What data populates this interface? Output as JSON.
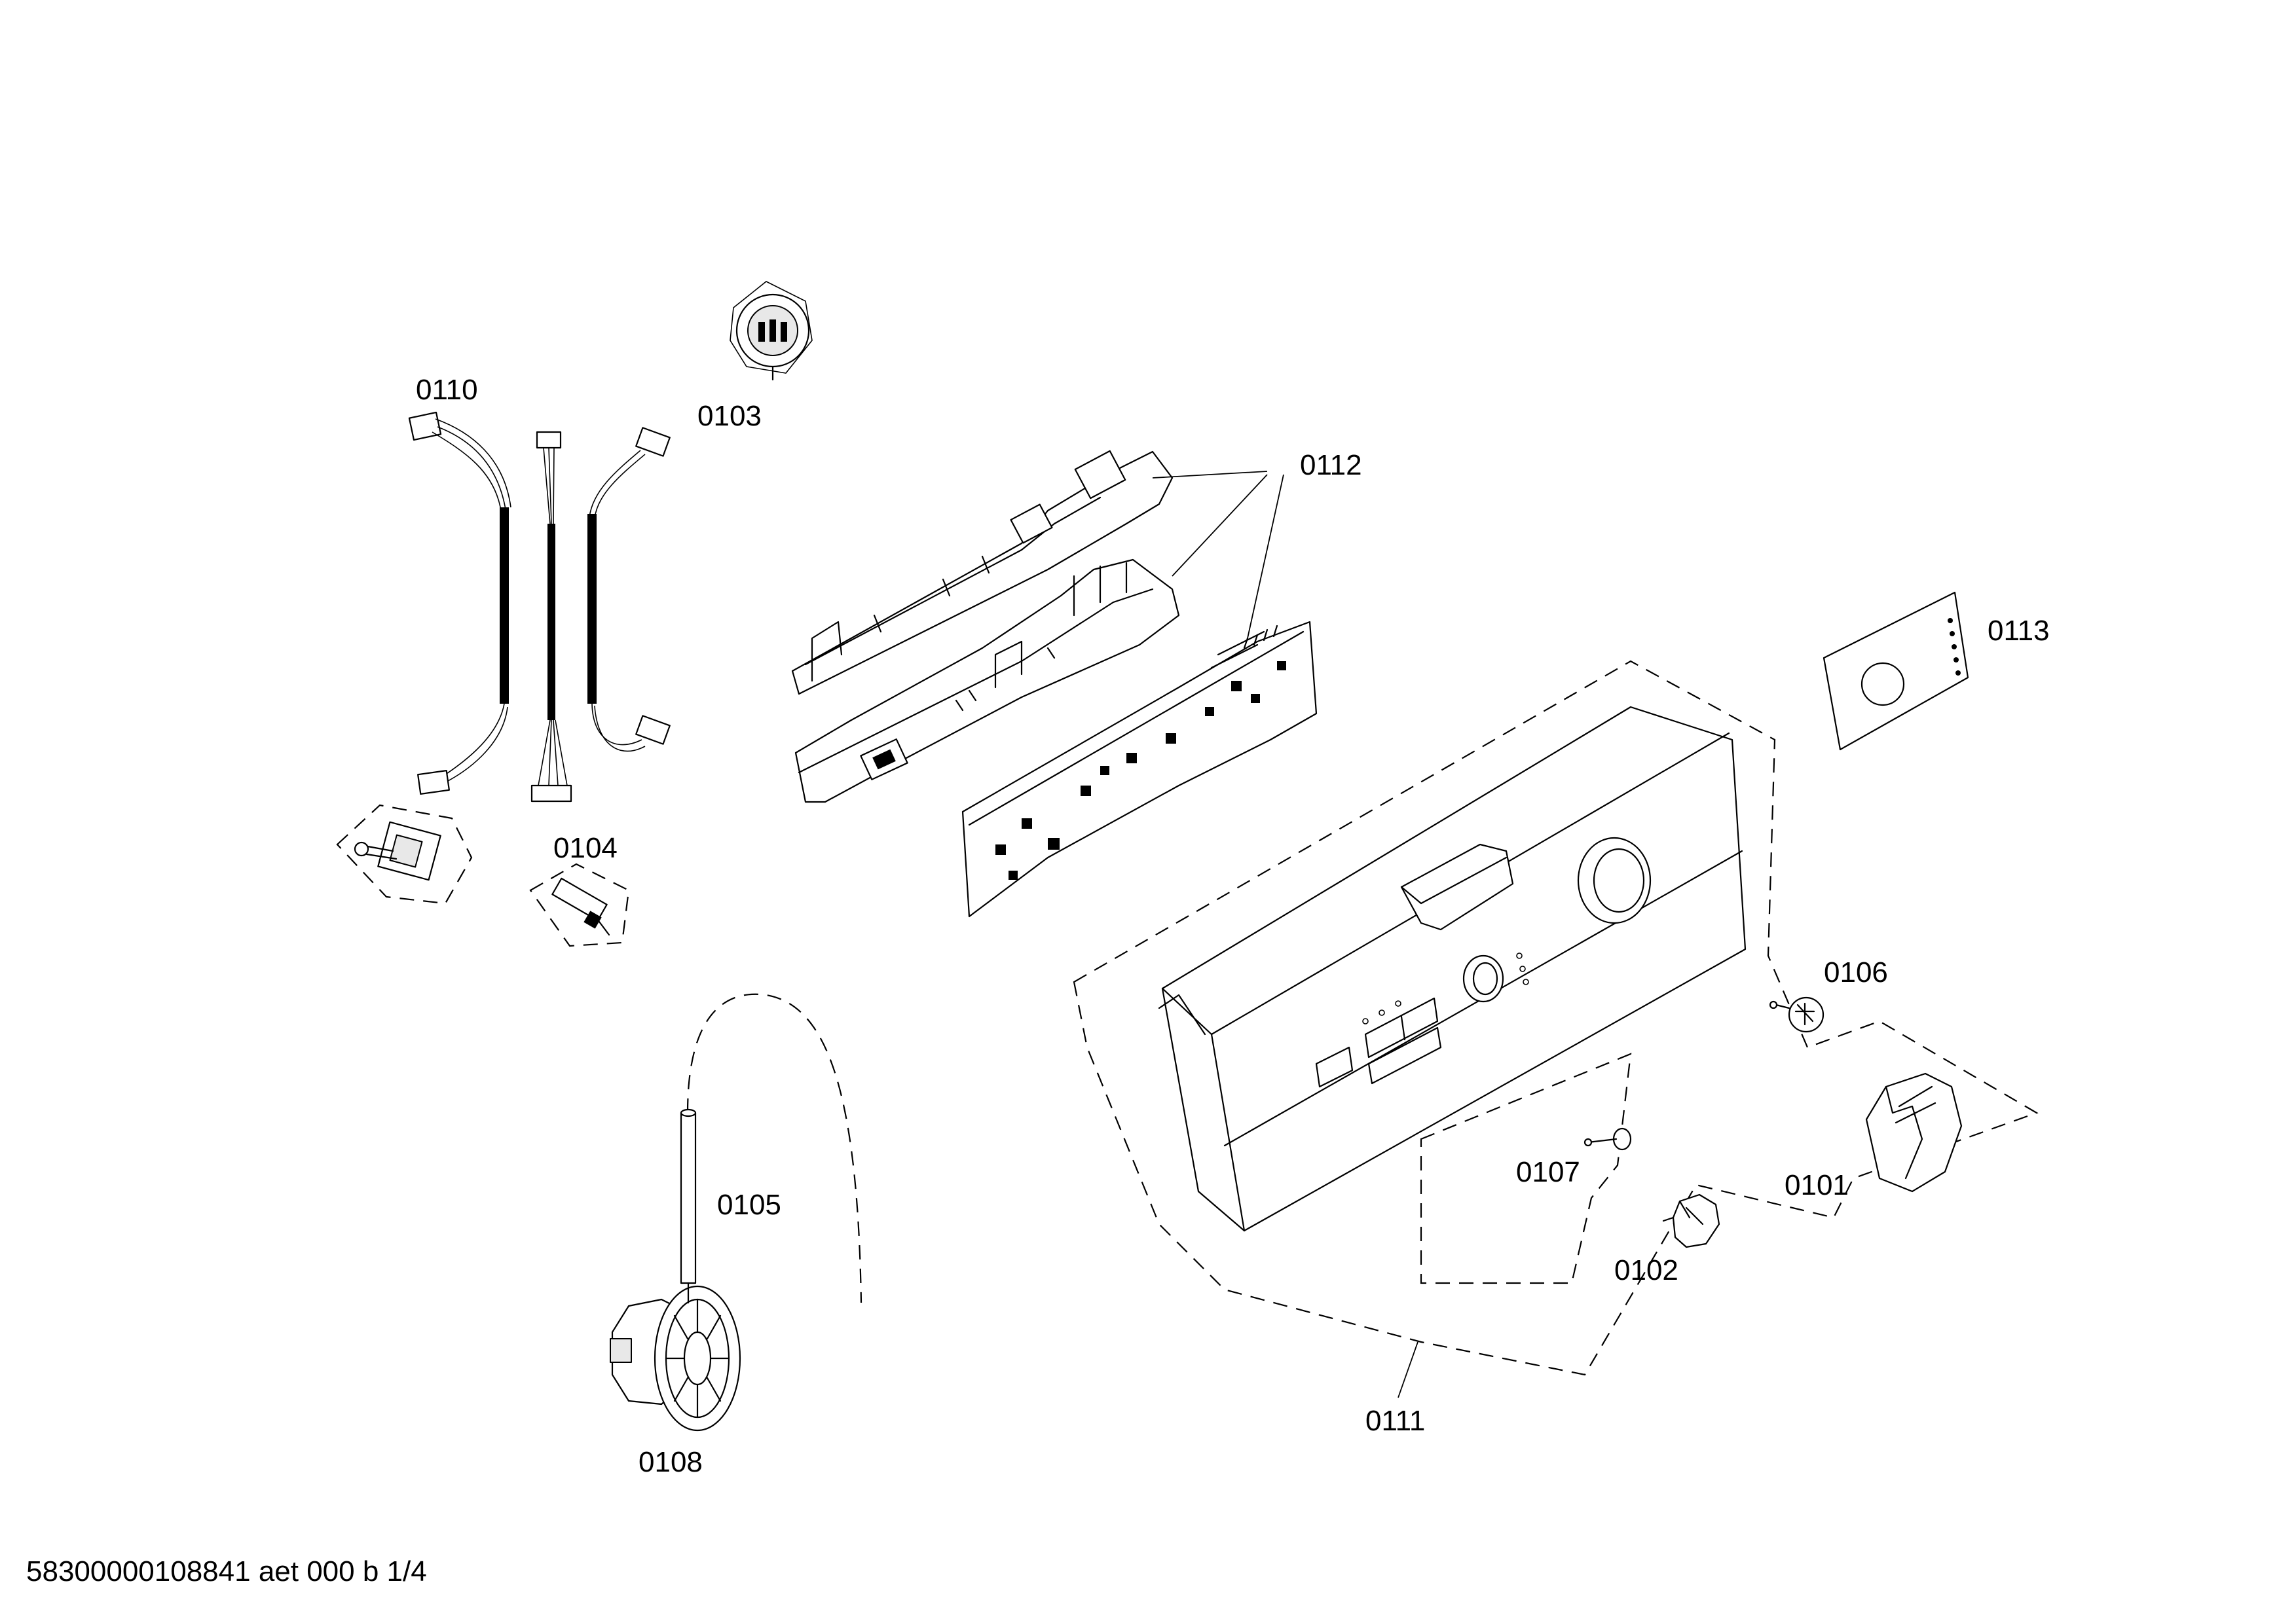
{
  "document_reference": "58300000108841 aet 000 b 1/4",
  "part_labels": {
    "p0101": "0101",
    "p0102": "0102",
    "p0103": "0103",
    "p0104": "0104",
    "p0105": "0105",
    "p0106": "0106",
    "p0107": "0107",
    "p0108": "0108",
    "p0110": "0110",
    "p0111": "0111",
    "p0112": "0112",
    "p0113": "0113"
  }
}
